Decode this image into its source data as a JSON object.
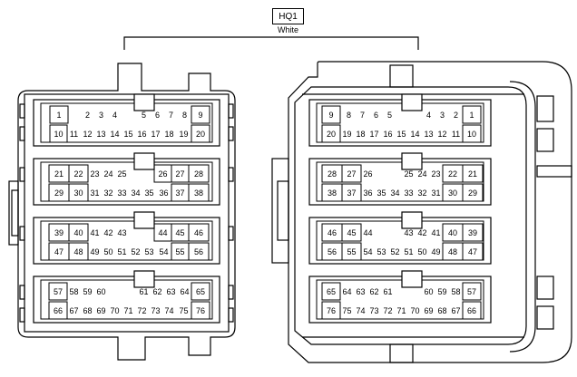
{
  "connector": {
    "name": "HQ1",
    "color": "White"
  },
  "male_view": {
    "rows": [
      {
        "top": [
          "1",
          "2",
          "3",
          "4",
          "5",
          "6",
          "7",
          "8",
          "9"
        ],
        "bottom": [
          "10",
          "11",
          "12",
          "13",
          "14",
          "15",
          "16",
          "17",
          "18",
          "19",
          "20"
        ]
      },
      {
        "top": [
          "21",
          "22",
          "23",
          "24",
          "25",
          "26",
          "27",
          "28"
        ],
        "bottom": [
          "29",
          "30",
          "31",
          "32",
          "33",
          "34",
          "35",
          "36",
          "37",
          "38"
        ]
      },
      {
        "top": [
          "39",
          "40",
          "41",
          "42",
          "43",
          "44",
          "45",
          "46"
        ],
        "bottom": [
          "47",
          "48",
          "49",
          "50",
          "51",
          "52",
          "53",
          "54",
          "55",
          "56"
        ]
      },
      {
        "top": [
          "57",
          "58",
          "59",
          "60",
          "61",
          "62",
          "63",
          "64",
          "65"
        ],
        "bottom": [
          "66",
          "67",
          "68",
          "69",
          "70",
          "71",
          "72",
          "73",
          "74",
          "75",
          "76"
        ]
      }
    ]
  },
  "female_view": {
    "rows": [
      {
        "top": [
          "9",
          "8",
          "7",
          "6",
          "5",
          "4",
          "3",
          "2",
          "1"
        ],
        "bottom": [
          "20",
          "19",
          "18",
          "17",
          "16",
          "15",
          "14",
          "13",
          "12",
          "11",
          "10"
        ]
      },
      {
        "top": [
          "28",
          "27",
          "26",
          "25",
          "24",
          "23",
          "22",
          "21"
        ],
        "bottom": [
          "38",
          "37",
          "36",
          "35",
          "34",
          "33",
          "32",
          "31",
          "30",
          "29"
        ]
      },
      {
        "top": [
          "46",
          "45",
          "44",
          "43",
          "42",
          "41",
          "40",
          "39"
        ],
        "bottom": [
          "56",
          "55",
          "54",
          "53",
          "52",
          "51",
          "50",
          "49",
          "48",
          "47"
        ]
      },
      {
        "top": [
          "65",
          "64",
          "63",
          "62",
          "61",
          "60",
          "59",
          "58",
          "57"
        ],
        "bottom": [
          "76",
          "75",
          "74",
          "73",
          "72",
          "71",
          "70",
          "69",
          "68",
          "67",
          "66"
        ]
      }
    ]
  }
}
